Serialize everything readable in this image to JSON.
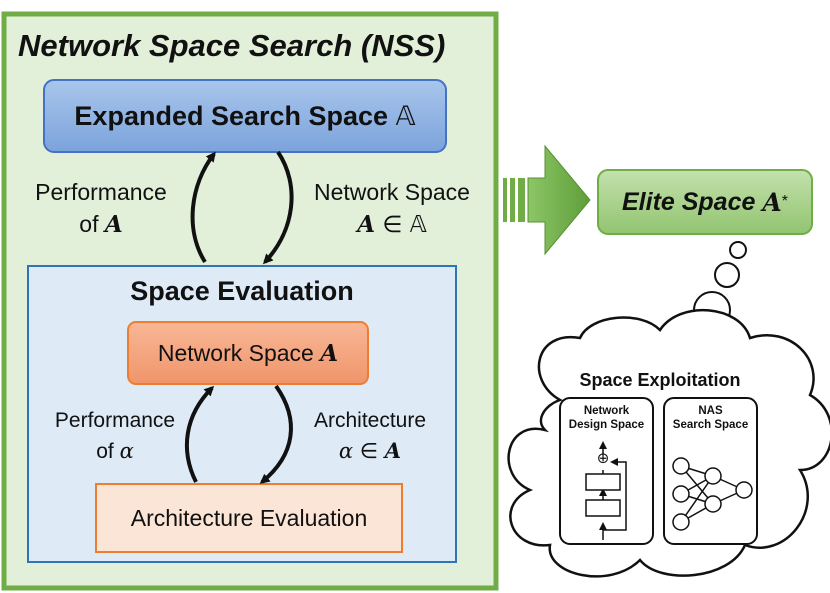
{
  "nss": {
    "title": "Network Space Search (NSS)",
    "expanded_box": {
      "label": "Expanded Search Space",
      "symbol": "𝔸"
    },
    "left_arrow_label": {
      "line1": "Performance",
      "line2_prefix": "of ",
      "line2_var": "A"
    },
    "right_arrow_label": {
      "line1": "Network Space",
      "line2_var": "A",
      "line2_rest": " ∈ 𝔸"
    }
  },
  "space_evaluation": {
    "title": "Space Evaluation",
    "network_space_box": {
      "label": "Network Space ",
      "var": "A"
    },
    "left_arrow_label": {
      "line1": "Performance",
      "line2_prefix": "of ",
      "line2_var": "α"
    },
    "right_arrow_label": {
      "line1": "Architecture",
      "line2_var": "α",
      "line2_mid": " ∈ ",
      "line2_var2": "A"
    },
    "arch_eval_box": {
      "label": "Architecture Evaluation"
    }
  },
  "elite": {
    "label": "Elite Space ",
    "var": "A",
    "sup": "*"
  },
  "exploitation": {
    "title": "Space Exploitation",
    "panel_left": {
      "line1": "Network",
      "line2": "Design Space",
      "plus_symbol": "⊕"
    },
    "panel_right": {
      "line1": "NAS",
      "line2": "Search Space"
    }
  },
  "colors": {
    "nss_fill": "#e2efd9",
    "nss_border": "#70ad47",
    "expanded_fill": "#8fb4e3",
    "expanded_border": "#4472c4",
    "eval_fill": "#deebf7",
    "eval_border": "#2e75b6",
    "network_space_fill": "#f4a27e",
    "network_space_border": "#ed7d31",
    "arch_eval_fill": "#fbe5d6",
    "elite_fill": "#a9d18e",
    "big_arrow": "#70ad47"
  }
}
